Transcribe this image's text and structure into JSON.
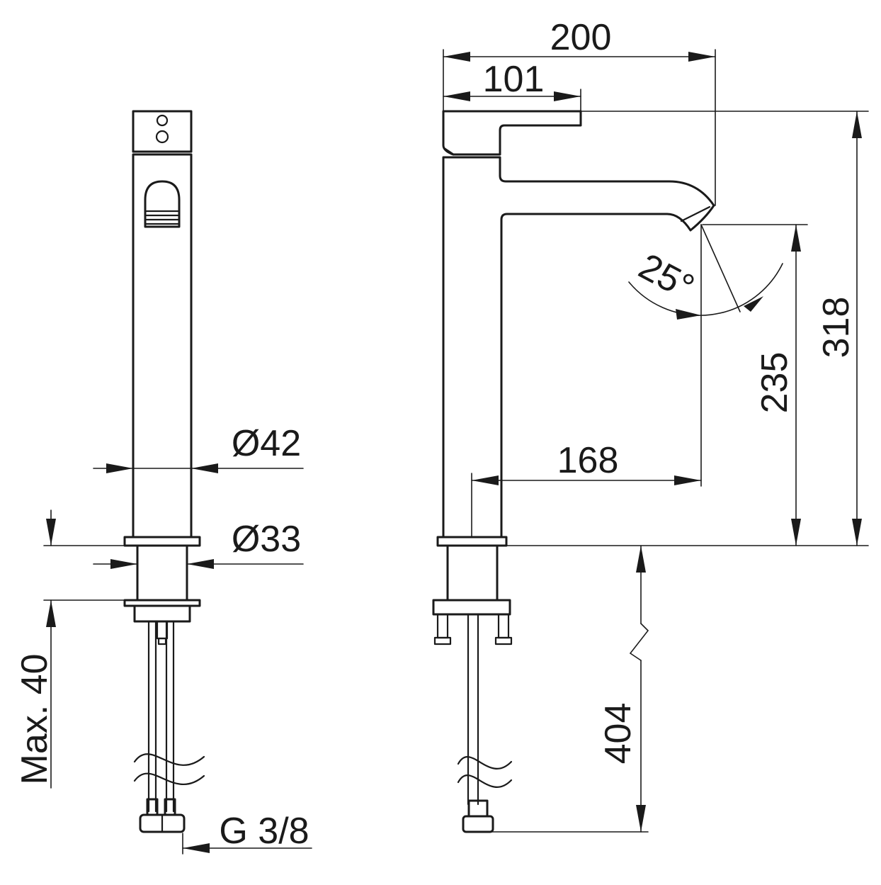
{
  "drawing": {
    "dimensions": {
      "d200": "200",
      "d101": "101",
      "d318": "318",
      "d235": "235",
      "d168": "168",
      "d404": "404",
      "angle": "25°",
      "dia42": "Ø42",
      "dia33": "Ø33",
      "max40": "Max. 40",
      "thread": "G 3/8"
    }
  }
}
